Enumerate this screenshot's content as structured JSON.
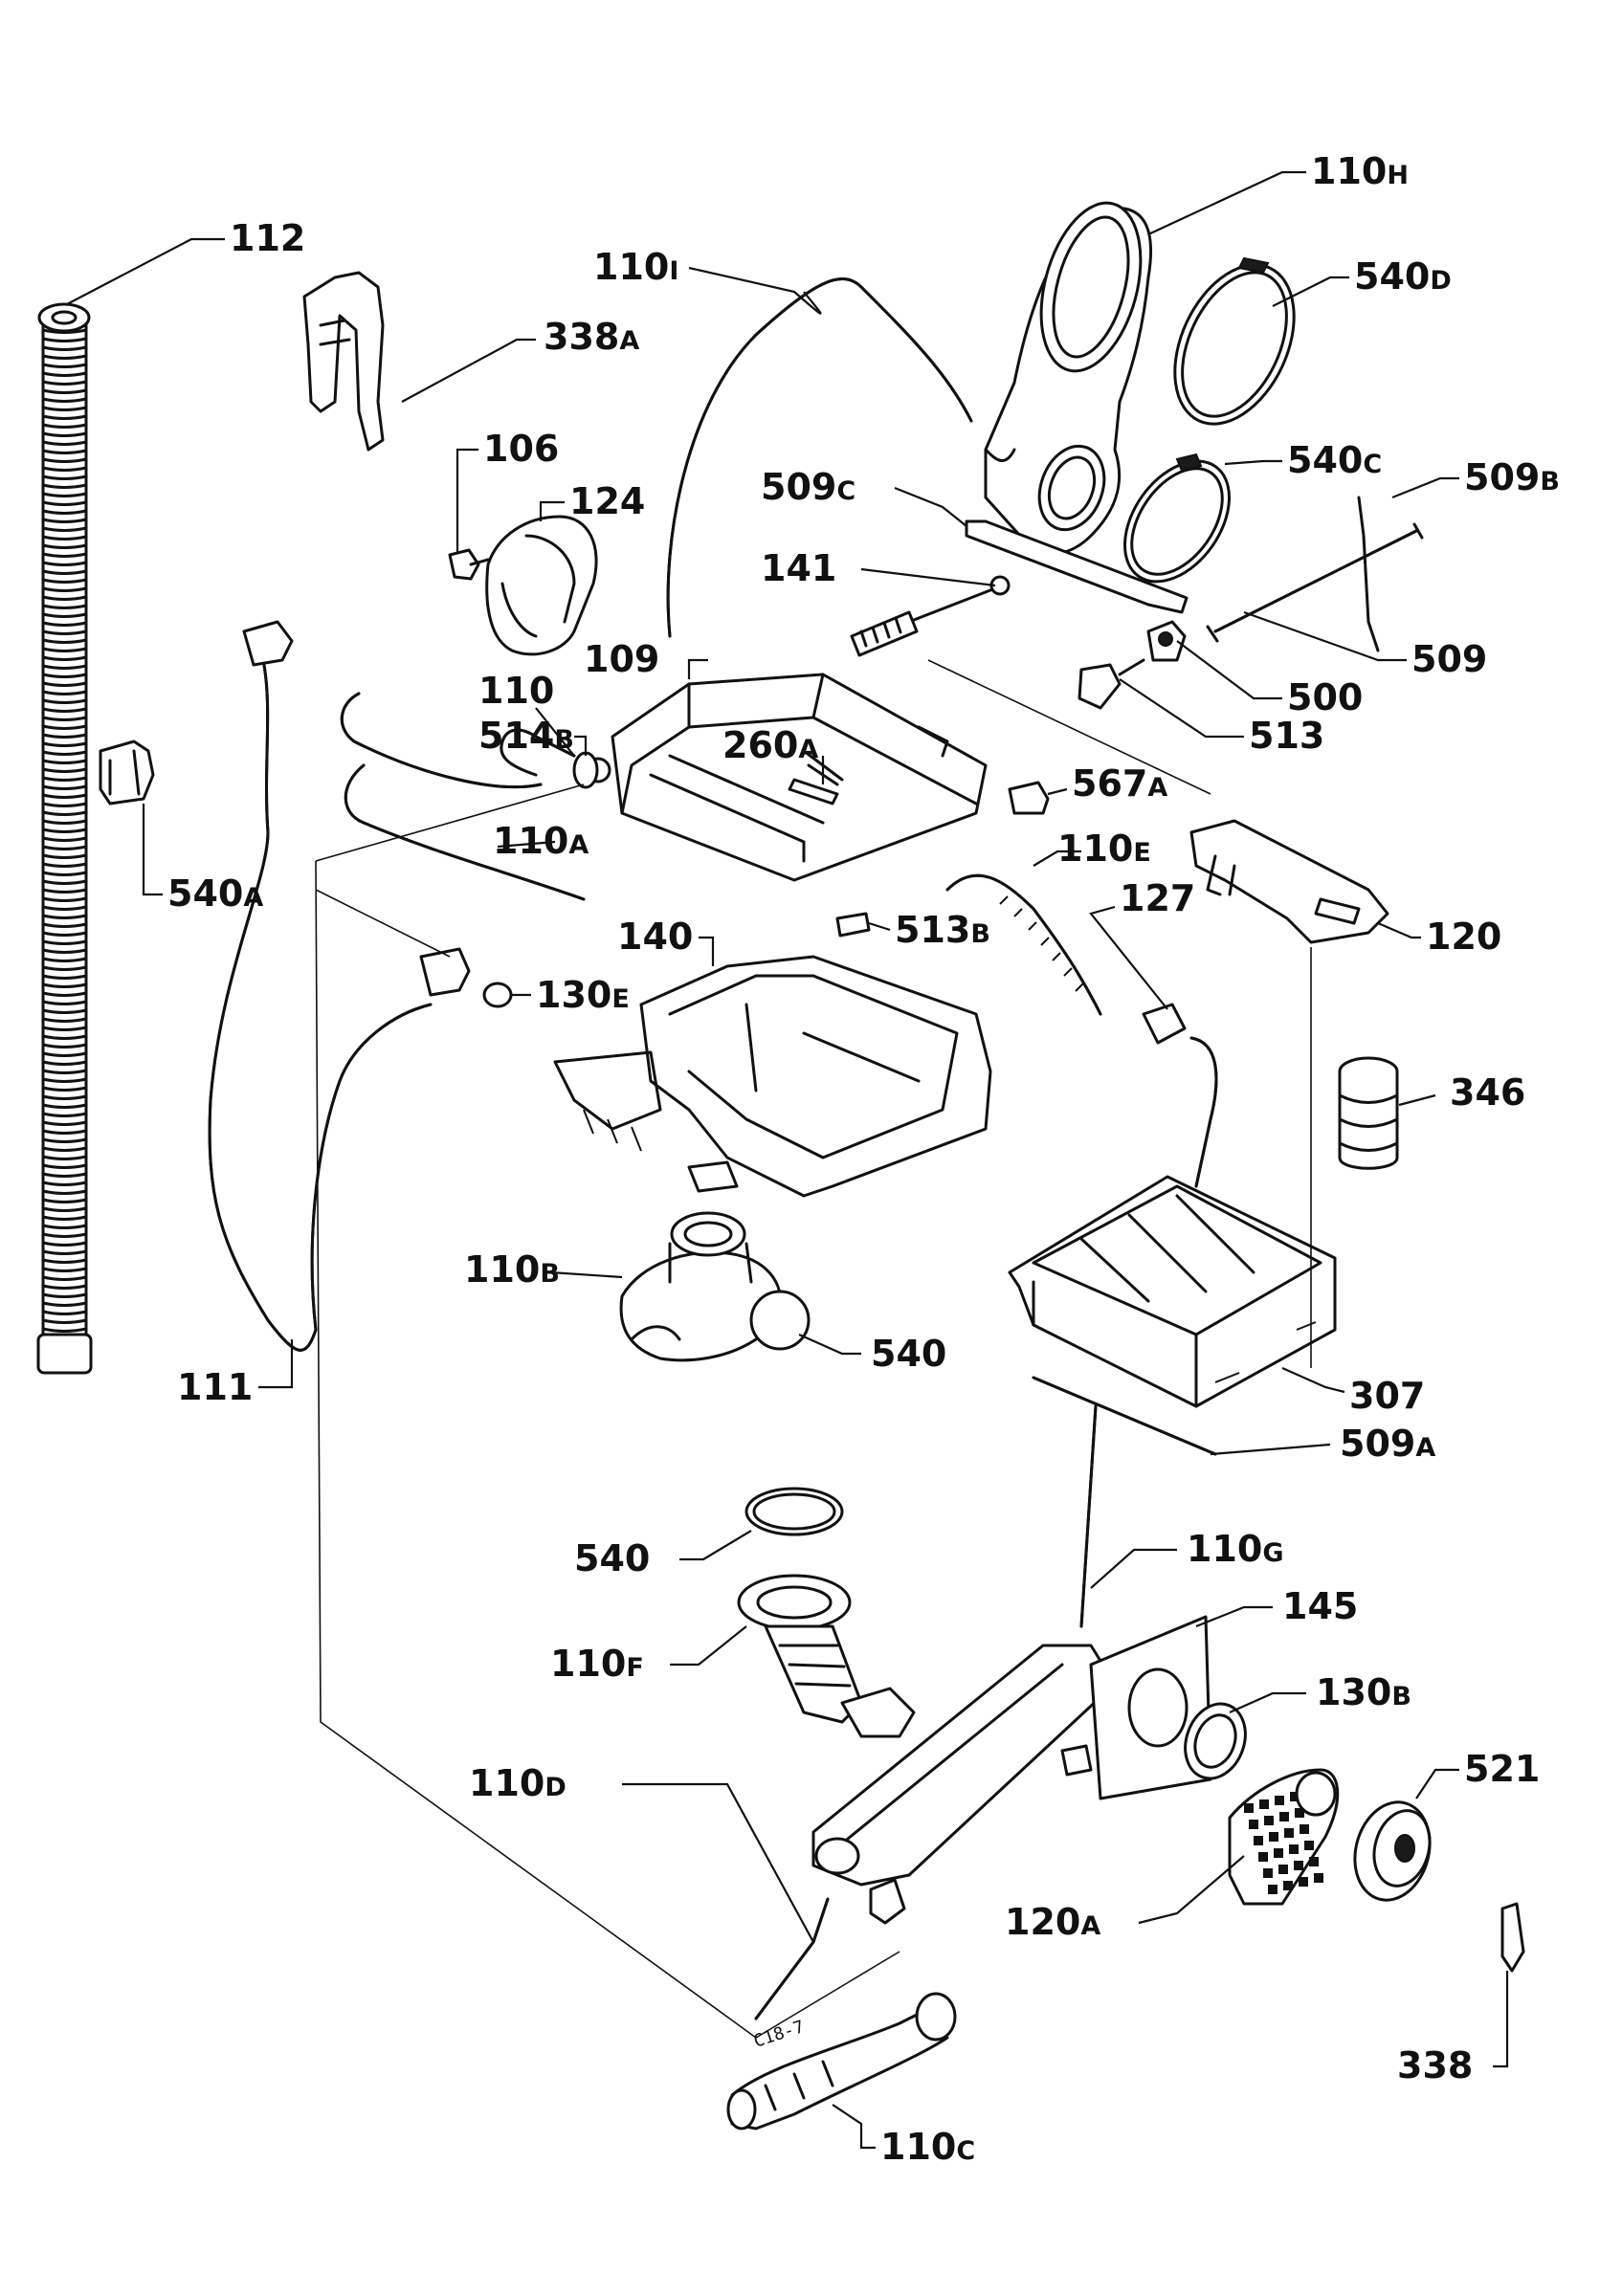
{
  "labels": {
    "l112": {
      "num": "112",
      "suffix": ""
    },
    "l338a": {
      "num": "338",
      "suffix": "A"
    },
    "l110i": {
      "num": "110",
      "suffix": "I"
    },
    "l110h": {
      "num": "110",
      "suffix": "H"
    },
    "l540d": {
      "num": "540",
      "suffix": "D"
    },
    "l106": {
      "num": "106",
      "suffix": ""
    },
    "l124": {
      "num": "124",
      "suffix": ""
    },
    "l540c": {
      "num": "540",
      "suffix": "C"
    },
    "l509b": {
      "num": "509",
      "suffix": "B"
    },
    "l509c": {
      "num": "509",
      "suffix": "C"
    },
    "l141": {
      "num": "141",
      "suffix": ""
    },
    "l109": {
      "num": "109",
      "suffix": ""
    },
    "l509": {
      "num": "509",
      "suffix": ""
    },
    "l500": {
      "num": "500",
      "suffix": ""
    },
    "l110": {
      "num": "110",
      "suffix": ""
    },
    "l514b": {
      "num": "514",
      "suffix": "B"
    },
    "l513": {
      "num": "513",
      "suffix": ""
    },
    "l260a": {
      "num": "260",
      "suffix": "A"
    },
    "l567a": {
      "num": "567",
      "suffix": "A"
    },
    "l110a": {
      "num": "110",
      "suffix": "A"
    },
    "l110e": {
      "num": "110",
      "suffix": "E"
    },
    "l540a": {
      "num": "540",
      "suffix": "A"
    },
    "l127": {
      "num": "127",
      "suffix": ""
    },
    "l140": {
      "num": "140",
      "suffix": ""
    },
    "l513b": {
      "num": "513",
      "suffix": "B"
    },
    "l120": {
      "num": "120",
      "suffix": ""
    },
    "l130e": {
      "num": "130",
      "suffix": "E"
    },
    "l346": {
      "num": "346",
      "suffix": ""
    },
    "l110b": {
      "num": "110",
      "suffix": "B"
    },
    "l540_1": {
      "num": "540",
      "suffix": ""
    },
    "l111": {
      "num": "111",
      "suffix": ""
    },
    "l307": {
      "num": "307",
      "suffix": ""
    },
    "l509a": {
      "num": "509",
      "suffix": "A"
    },
    "l540_2": {
      "num": "540",
      "suffix": ""
    },
    "l110g": {
      "num": "110",
      "suffix": "G"
    },
    "l145": {
      "num": "145",
      "suffix": ""
    },
    "l110f": {
      "num": "110",
      "suffix": "F"
    },
    "l130b": {
      "num": "130",
      "suffix": "B"
    },
    "l521": {
      "num": "521",
      "suffix": ""
    },
    "l110d": {
      "num": "110",
      "suffix": "D"
    },
    "l120a": {
      "num": "120",
      "suffix": "A"
    },
    "l338": {
      "num": "338",
      "suffix": ""
    },
    "l110c": {
      "num": "110",
      "suffix": "C"
    }
  },
  "stamp": "C18-7"
}
